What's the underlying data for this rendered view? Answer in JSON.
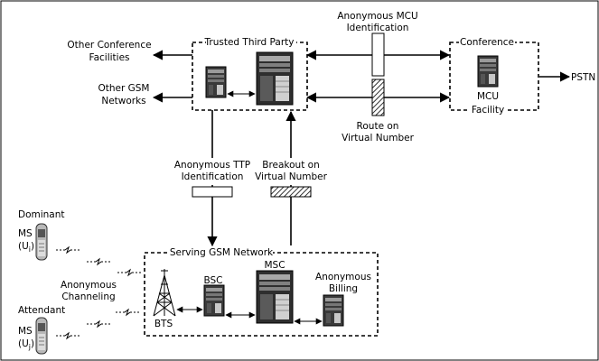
{
  "labels": {
    "trusted_third_party": "Trusted Third Party",
    "conference": "Conference",
    "mcu": "MCU",
    "facility": "Facility",
    "pstn": "PSTN",
    "other_conference_1": "Other Conference",
    "other_conference_2": "Facilities",
    "other_gsm_1": "Other GSM",
    "other_gsm_2": "Networks",
    "anon_mcu_1": "Anonymous MCU",
    "anon_mcu_2": "Identification",
    "route_1": "Route on",
    "route_2": "Virtual Number",
    "anon_ttp_1": "Anonymous TTP",
    "anon_ttp_2": "Identification",
    "breakout_1": "Breakout on",
    "breakout_2": "Virtual Number",
    "serving_gsm": "Serving GSM Network",
    "bsc": "BSC",
    "msc": "MSC",
    "anon_billing_1": "Anonymous",
    "anon_billing_2": "Billing",
    "bts": "BTS",
    "anon_channeling_1": "Anonymous",
    "anon_channeling_2": "Channeling",
    "dominant": "Dominant",
    "attendant": "Attendant",
    "ms_1": "MS",
    "ui_1": "(U",
    "ui_sub": "i",
    "ui_close": ")",
    "ms_2": "MS",
    "uj_1": "(U",
    "uj_sub": "j",
    "uj_close": ")"
  },
  "icons": [
    "server-icon",
    "mobile-phone-icon",
    "antenna-tower-icon",
    "radio-link-icon"
  ],
  "colors": {
    "line": "#000000",
    "server_dark": "#333333",
    "server_light": "#bfbfbf"
  }
}
